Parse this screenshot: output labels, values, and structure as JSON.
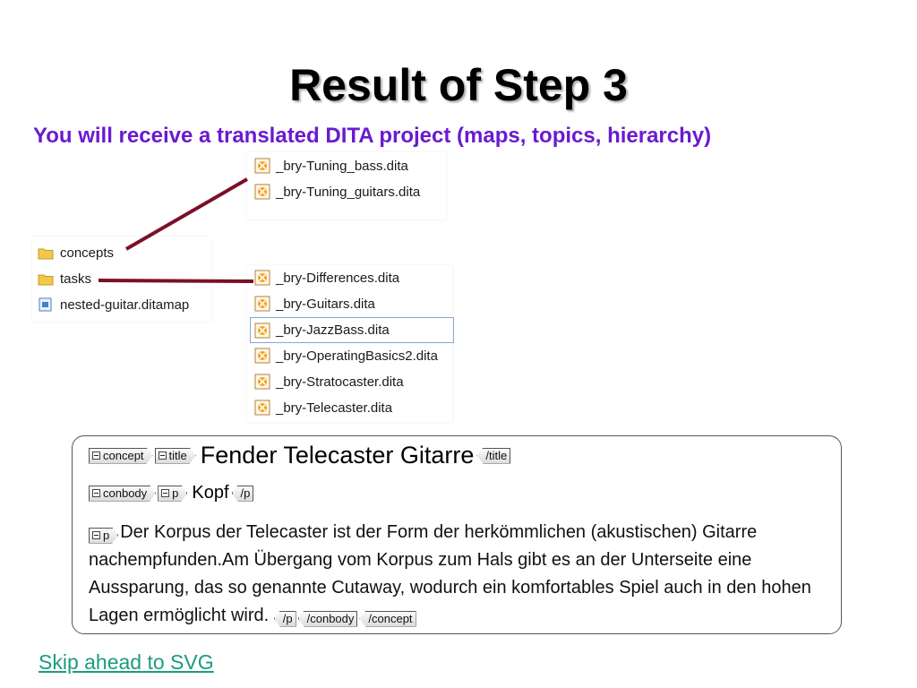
{
  "slide": {
    "title": "Result of Step 3",
    "subtitle": "You will receive a translated DITA project (maps, topics, hierarchy)",
    "link_text": "Skip ahead to SVG"
  },
  "concepts_files": [
    "_bry-Tuning_bass.dita",
    "_bry-Tuning_guitars.dita"
  ],
  "project_tree": {
    "folders": [
      "concepts",
      "tasks"
    ],
    "map_file": "nested-guitar.ditamap"
  },
  "tasks_files": [
    "_bry-Differences.dita",
    "_bry-Guitars.dita",
    "_bry-JazzBass.dita",
    "_bry-OperatingBasics2.dita",
    "_bry-Stratocaster.dita",
    "_bry-Telecaster.dita"
  ],
  "selected_task_file": "_bry-JazzBass.dita",
  "xml_view": {
    "tag_concept": "concept",
    "tag_title": "title",
    "title_text": "Fender Telecaster Gitarre",
    "tag_title_close": "/title",
    "tag_conbody": "conbody",
    "tag_p": "p",
    "heading_text": "Kopf",
    "tag_p_close": "/p",
    "paragraph_text": "Der Korpus der Telecaster ist der Form der herkömmlichen (akustischen) Gitarre nachempfunden.Am Übergang vom Korpus zum Hals gibt es an der Unterseite eine Aussparung, das so genannte Cutaway, wodurch ein komfortables Spiel auch in den hohen Lagen ermöglicht wird.",
    "tag_conbody_close": "/conbody",
    "tag_concept_close": "/concept"
  },
  "colors": {
    "subtitle": "#6a1ad0",
    "connector": "#7a1028",
    "link": "#1c9b7e"
  }
}
